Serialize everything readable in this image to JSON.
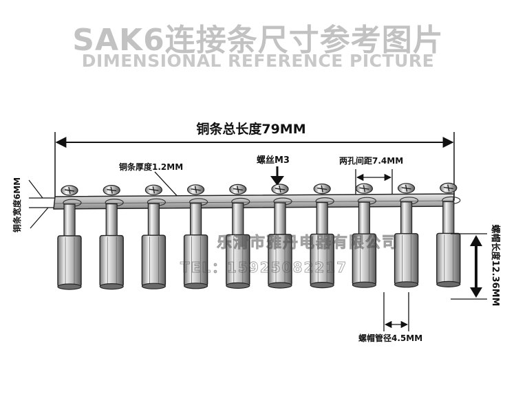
{
  "header": {
    "title": "SAK6连接条尺寸参考图片",
    "subtitle": "DIMENSIONAL REFERENCE PICTURE"
  },
  "labels": {
    "total_length": "铜条总长度79MM",
    "strip_thickness": "铜条厚度1.2MM",
    "screw": "螺丝M3",
    "hole_spacing": "两孔间距7.4MM",
    "strip_width": "铜条宽度6MM",
    "nut_length": "螺帽长度12.36MM",
    "nut_diameter": "螺帽管径4.5MM"
  },
  "watermark": {
    "company": "乐清市雅丹电器有限公司",
    "phone": "TEL：15925082217"
  },
  "terminal_count": 10,
  "colors": {
    "title": "#c2c2c2",
    "line": "#111111",
    "metal_light": "#f2f2f2",
    "metal_dark": "#6a6a6a"
  }
}
